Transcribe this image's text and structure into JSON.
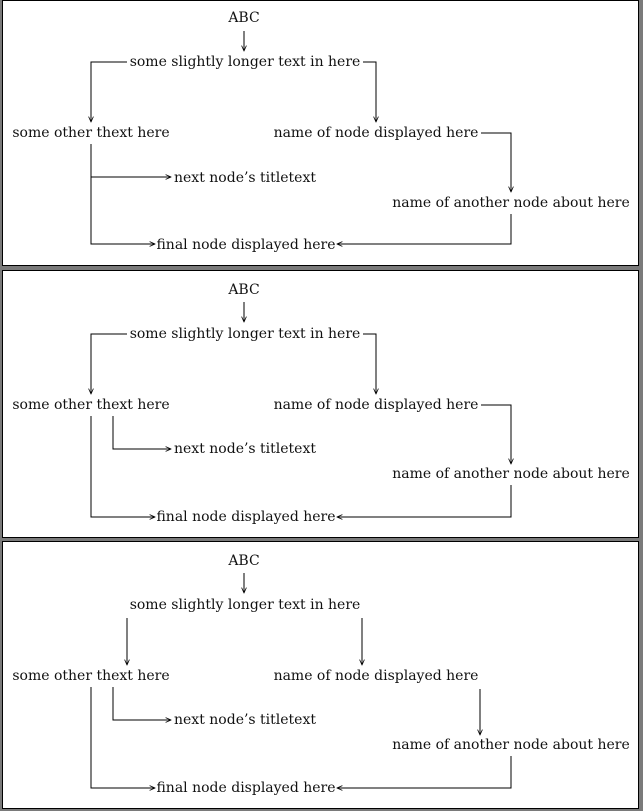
{
  "diagrams": [
    {
      "nodes": {
        "abc": "ABC",
        "longer_text": "some slightly longer text in here",
        "other_text": "some other thext here",
        "name_node": "name of node displayed here",
        "next_node": "next node’s titletext",
        "another_node": "name of another node about here",
        "final_node": "final node displayed here"
      }
    },
    {
      "nodes": {
        "abc": "ABC",
        "longer_text": "some slightly longer text in here",
        "other_text": "some other thext here",
        "name_node": "name of node displayed here",
        "next_node": "next node’s titletext",
        "another_node": "name of another node about here",
        "final_node": "final node displayed here"
      }
    },
    {
      "nodes": {
        "abc": "ABC",
        "longer_text": "some slightly longer text in here",
        "other_text": "some other thext here",
        "name_node": "name of node displayed here",
        "next_node": "next node’s titletext",
        "another_node": "name of another node about here",
        "final_node": "final node displayed here"
      }
    }
  ]
}
